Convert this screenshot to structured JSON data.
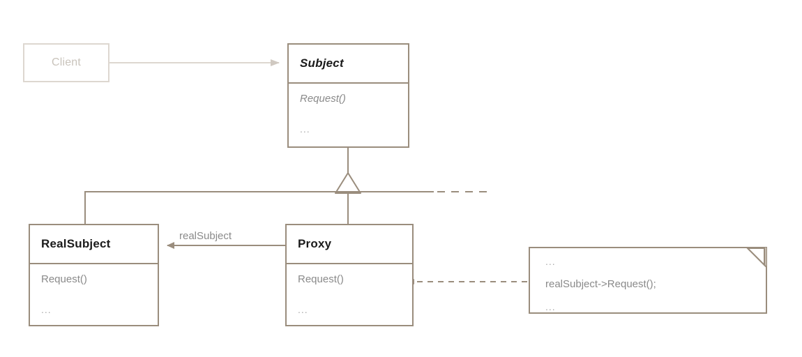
{
  "diagram": {
    "type": "uml-class-diagram",
    "title": "Proxy design pattern structure",
    "colors": {
      "stroke": "#9a8d7d",
      "faded_stroke": "#ddd7d0",
      "faded_text": "#c9c3bb",
      "member_text": "#8a8a8a",
      "name_text": "#1a1a1a",
      "background": "#ffffff"
    }
  },
  "classes": {
    "client": {
      "name": "Client",
      "stereotype": "faded",
      "members": []
    },
    "subject": {
      "name": "Subject",
      "abstract": true,
      "members": [
        {
          "text": "Request()",
          "abstract": true
        },
        {
          "text": "...",
          "abstract": false
        }
      ]
    },
    "real_subject": {
      "name": "RealSubject",
      "abstract": false,
      "members": [
        {
          "text": "Request()",
          "abstract": false
        },
        {
          "text": "...",
          "abstract": false
        }
      ]
    },
    "proxy": {
      "name": "Proxy",
      "abstract": false,
      "members": [
        {
          "text": "Request()",
          "abstract": false
        },
        {
          "text": "...",
          "abstract": false
        }
      ]
    }
  },
  "note": {
    "lines": [
      "...",
      "realSubject->Request();",
      "..."
    ]
  },
  "edges": {
    "client_to_subject": {
      "label": "",
      "style": "solid",
      "arrow": "filled-triangle",
      "from": "Client",
      "to": "Subject"
    },
    "realsubject_generalization": {
      "label": "",
      "style": "solid",
      "arrow": "hollow-triangle",
      "from": "RealSubject",
      "to": "Subject"
    },
    "proxy_generalization": {
      "label": "",
      "style": "solid",
      "arrow": "hollow-triangle",
      "from": "Proxy",
      "to": "Subject"
    },
    "proxy_to_realsubject": {
      "label": "realSubject",
      "style": "solid",
      "arrow": "filled-triangle",
      "from": "Proxy",
      "to": "RealSubject"
    },
    "note_anchor": {
      "label": "",
      "style": "dashed",
      "arrow": "anchor-circle",
      "from": "Note",
      "to": "Proxy.Request()"
    },
    "bus_dashed_tail": {
      "label": "",
      "style": "dashed",
      "arrow": "none"
    }
  }
}
